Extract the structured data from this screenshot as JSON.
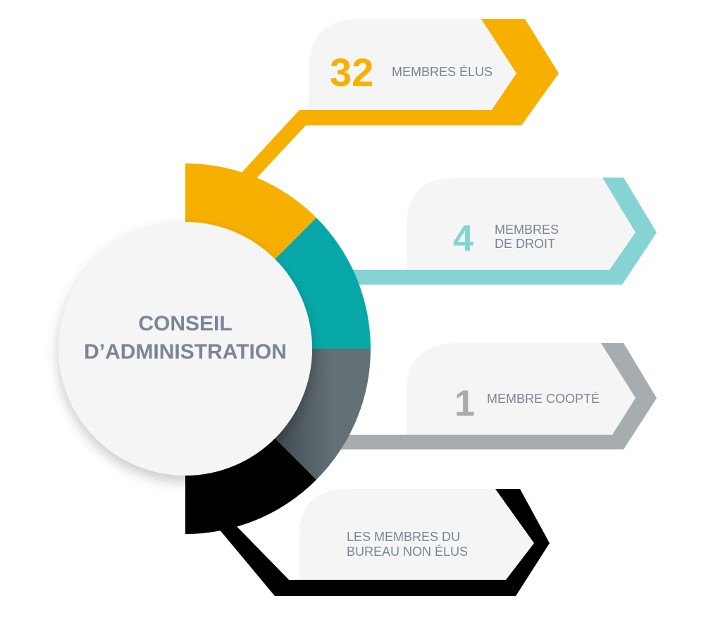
{
  "center": {
    "line1": "CONSEIL",
    "line2": "D’ADMINISTRATION"
  },
  "items": [
    {
      "number": "32",
      "label_lines": [
        "MEMBRES ÉLUS"
      ],
      "color": "#f7b000",
      "band_color": "#f7b000",
      "number_color": "#f7b000"
    },
    {
      "number": "4",
      "label_lines": [
        "MEMBRES",
        "DE DROIT"
      ],
      "color": "#08a8a8",
      "band_color": "#85d3d3",
      "number_color": "#85d3d3"
    },
    {
      "number": "1",
      "label_lines": [
        "MEMBRE COOPTÉ"
      ],
      "color": "#637076",
      "band_color": "#a7adaf",
      "number_color": "#a7adaf"
    },
    {
      "number": "",
      "label_lines": [
        "LES MEMBRES DU",
        "BUREAU NON ÉLUS"
      ],
      "color": "#000000",
      "band_color": "#000000",
      "number_color": "#000000"
    }
  ]
}
